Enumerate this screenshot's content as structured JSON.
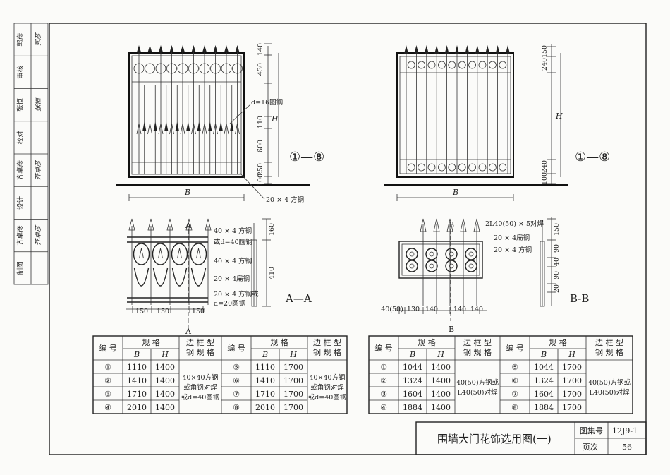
{
  "side_panel": {
    "rows": [
      {
        "label": "郭彦",
        "sig": "郭彦"
      },
      {
        "label": "审核",
        "sig": ""
      },
      {
        "label": "张恒",
        "sig": "张恒"
      },
      {
        "label": "校对",
        "sig": ""
      },
      {
        "label": "齐卓彦",
        "sig": "齐卓彦"
      },
      {
        "label": "设计",
        "sig": ""
      },
      {
        "label": "齐卓彦",
        "sig": "齐卓彦"
      },
      {
        "label": "制图",
        "sig": ""
      }
    ]
  },
  "gate_a": {
    "elevation": {
      "dims_right": [
        "140",
        "430",
        "110",
        "600",
        "250",
        "100"
      ],
      "h_label": "H",
      "b_label": "B",
      "rod_label": "d=16圆钢",
      "flat_label": "20 × 4 方钢",
      "range_label": "①—⑧"
    },
    "detail": {
      "dims_right": [
        "160",
        "410"
      ],
      "dims_bottom": [
        "150",
        "150",
        "150"
      ],
      "section_mark": "A",
      "section_label": "A—A",
      "notes": [
        "40 × 4 方钢",
        "或d=40圆钢",
        "40 × 4 方钢",
        "20 × 4扁钢",
        "20 × 4 方钢或",
        "d=20圆钢"
      ]
    }
  },
  "gate_b": {
    "elevation": {
      "dims_right": [
        "150",
        "240",
        "240",
        "100"
      ],
      "h_label": "H",
      "b_label": "B",
      "range_label": "①—⑧"
    },
    "detail": {
      "dims_right": [
        "150",
        "90",
        "40",
        "90",
        "20"
      ],
      "dims_bottom": [
        "40(50)",
        "130",
        "140",
        "140",
        "140"
      ],
      "section_mark": "B",
      "section_label": "B-B",
      "notes": [
        "2L40(50) × 5对焊",
        "20 × 4扁钢",
        "20 × 4 方钢"
      ]
    }
  },
  "table_a": {
    "headers": {
      "num": "编 号",
      "spec": "规   格",
      "b": "B",
      "h": "H",
      "frame": [
        "边 框 型",
        "钢 规 格"
      ]
    },
    "left_rows": [
      {
        "n": "①",
        "b": "1110",
        "h": "1400"
      },
      {
        "n": "②",
        "b": "1410",
        "h": "1400"
      },
      {
        "n": "③",
        "b": "1710",
        "h": "1400"
      },
      {
        "n": "④",
        "b": "2010",
        "h": "1400"
      }
    ],
    "right_rows": [
      {
        "n": "⑤",
        "b": "1110",
        "h": "1700"
      },
      {
        "n": "⑥",
        "b": "1410",
        "h": "1700"
      },
      {
        "n": "⑦",
        "b": "1710",
        "h": "1700"
      },
      {
        "n": "⑧",
        "b": "2010",
        "h": "1700"
      }
    ],
    "frame_text": [
      "40×40方钢",
      "或角钢对焊",
      "或d=40圆钢"
    ]
  },
  "table_b": {
    "headers": {
      "num": "编 号",
      "spec": "规   格",
      "b": "B",
      "h": "H",
      "frame": [
        "边 框 型",
        "钢 规 格"
      ]
    },
    "left_rows": [
      {
        "n": "①",
        "b": "1044",
        "h": "1400"
      },
      {
        "n": "②",
        "b": "1324",
        "h": "1400"
      },
      {
        "n": "③",
        "b": "1604",
        "h": "1400"
      },
      {
        "n": "④",
        "b": "1884",
        "h": "1400"
      }
    ],
    "right_rows": [
      {
        "n": "⑤",
        "b": "1044",
        "h": "1700"
      },
      {
        "n": "⑥",
        "b": "1324",
        "h": "1700"
      },
      {
        "n": "⑦",
        "b": "1604",
        "h": "1700"
      },
      {
        "n": "⑧",
        "b": "1884",
        "h": "1700"
      }
    ],
    "frame_text": [
      "40(50)方钢或",
      "L40(50)对焊"
    ]
  },
  "title_block": {
    "title": "围墙大门花饰选用图(一)",
    "atlas_label": "图集号",
    "atlas_value": "12J9-1",
    "page_label": "页次",
    "page_value": "56"
  }
}
